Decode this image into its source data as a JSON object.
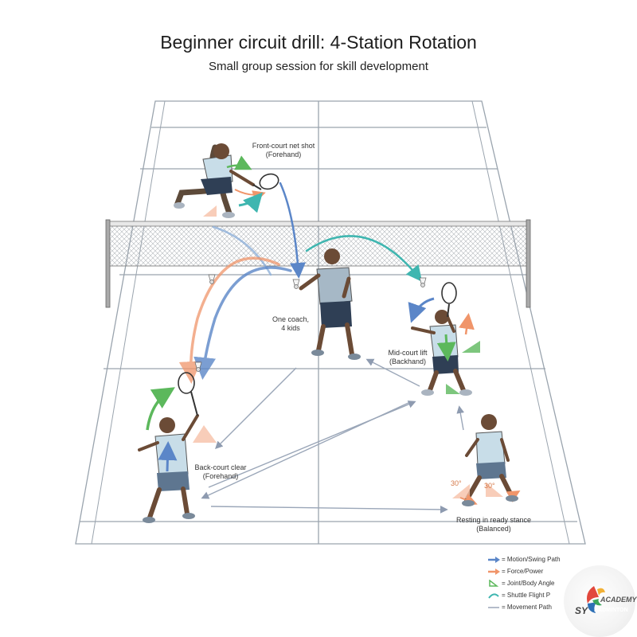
{
  "title": "Beginner circuit drill: 4-Station Rotation",
  "subtitle": "Small group session for skill development",
  "stations": {
    "front_court": {
      "line1": "Front-court net shot",
      "line2": "(Forehand)"
    },
    "coach": {
      "line1": "One coach,",
      "line2": "4 kids"
    },
    "mid_court": {
      "line1": "Mid-court lift",
      "line2": "(Backhand)"
    },
    "back_court": {
      "line1": "Back-court clear",
      "line2": "(Forehand)"
    },
    "resting": {
      "line1": "Resting in ready stance",
      "line2": "(Balanced)"
    }
  },
  "angles": {
    "left": "30°",
    "right": "30°"
  },
  "legend": [
    {
      "icon": "blue-arrow-icon",
      "label": "= Motion/Swing Path",
      "color": "#5b86c8"
    },
    {
      "icon": "orange-arrow-icon",
      "label": "= Force/Power",
      "color": "#f0956a"
    },
    {
      "icon": "green-triangle-icon",
      "label": "= Joint/Body Angle",
      "color": "#5cb85c"
    },
    {
      "icon": "teal-arc-icon",
      "label": "= Shuttle Flight P",
      "color": "#3fb6b0"
    },
    {
      "icon": "gray-line-icon",
      "label": "= Movement Path",
      "color": "#9aa6b8"
    }
  ],
  "logo": {
    "top": "ACADEMY",
    "left": "SY",
    "right": "BADMINTON"
  },
  "colors": {
    "court_line": "#9aa4ae",
    "motion": "#5b86c8",
    "force": "#f0956a",
    "angle": "#5cb85c",
    "flight": "#3fb6b0",
    "movement": "#9aa6b8"
  }
}
